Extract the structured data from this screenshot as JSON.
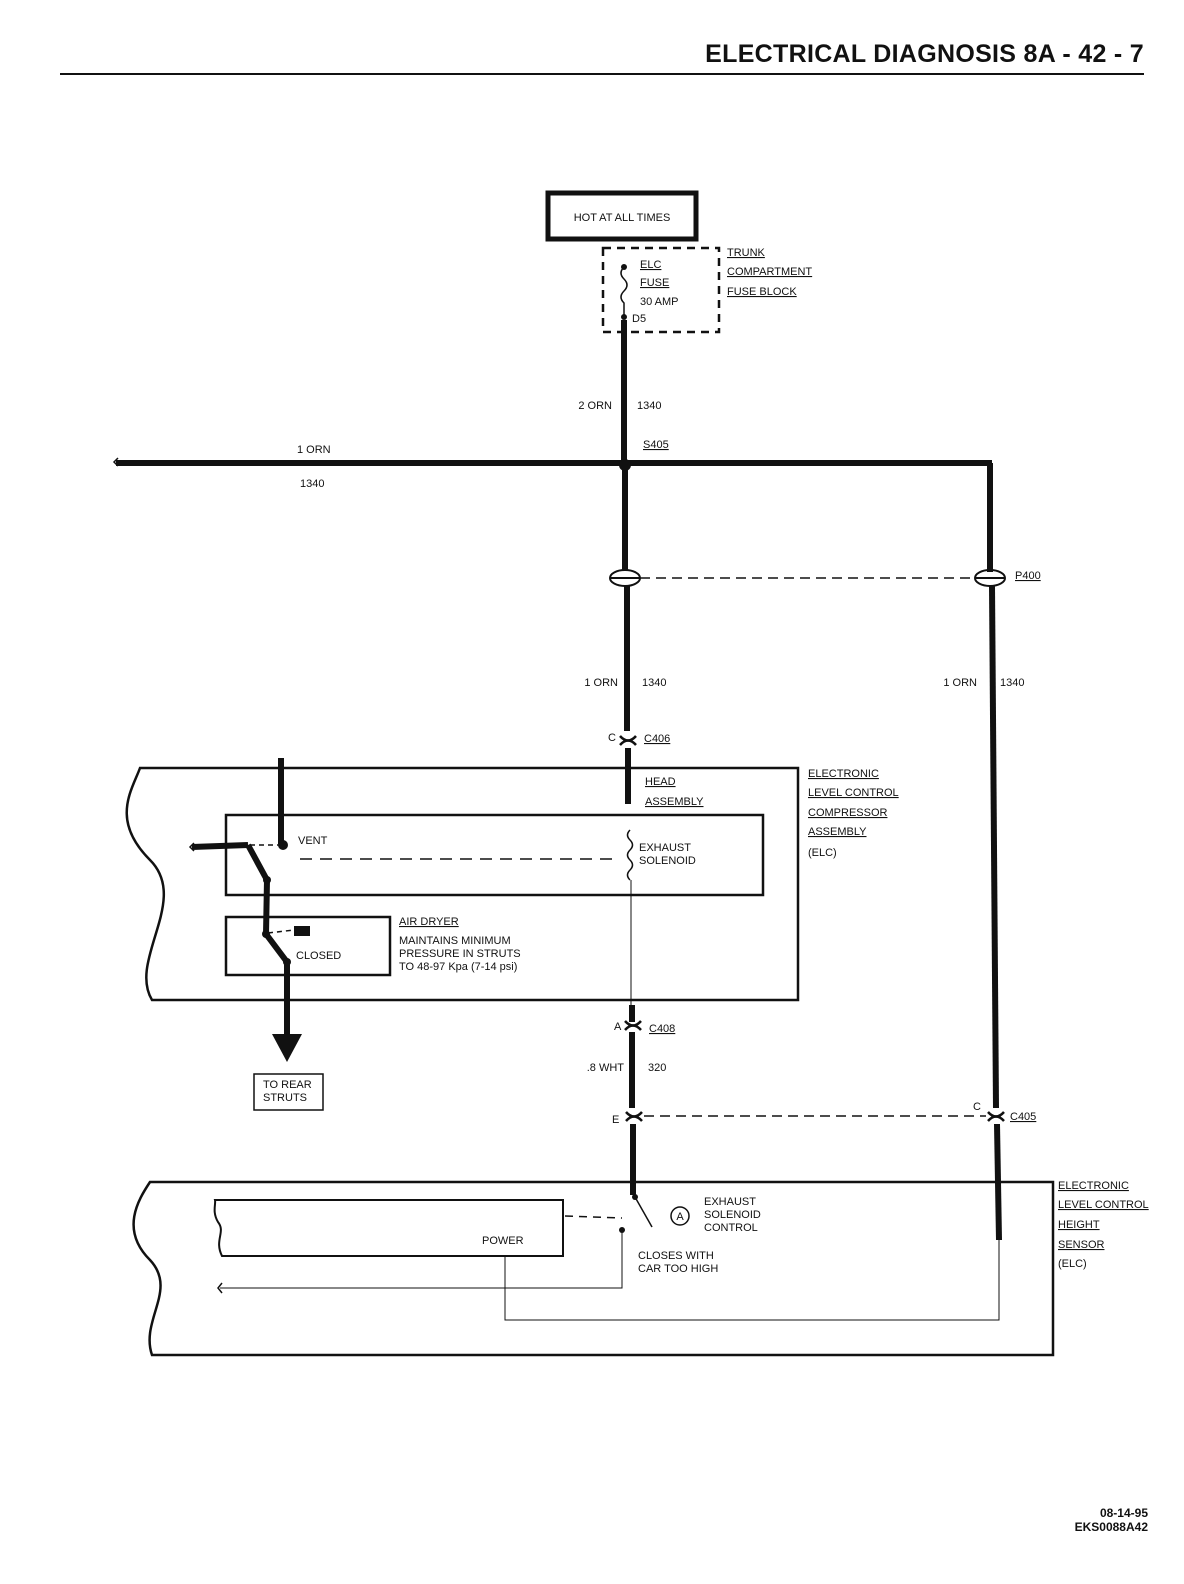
{
  "header": {
    "title": "ELECTRICAL DIAGNOSIS 8A - 42 - 7"
  },
  "footer": {
    "date": "08-14-95",
    "code": "EKS0088A42"
  },
  "power": {
    "label": "HOT AT ALL TIMES"
  },
  "fuse_block": {
    "name_lines": [
      "TRUNK",
      "COMPARTMENT",
      "FUSE BLOCK"
    ],
    "fuse_name": "ELC",
    "fuse_word": "FUSE",
    "rating": "30 AMP",
    "terminal": "D5"
  },
  "wires": {
    "fuse_out": {
      "gauge_color": "2 ORN",
      "circuit": "1340"
    },
    "left_branch": {
      "gauge_color": "1 ORN",
      "circuit": "1340"
    },
    "head_feed": {
      "gauge_color": "1 ORN",
      "circuit": "1340"
    },
    "sensor_feed": {
      "gauge_color": "1 ORN",
      "circuit": "1340"
    },
    "control": {
      "gauge_color": ".8 WHT",
      "circuit": "320"
    }
  },
  "splice": {
    "name": "S405"
  },
  "connectors": {
    "p400": "P400",
    "c406": {
      "name": "C406",
      "pin": "C"
    },
    "c408": {
      "name": "C408",
      "pin": "A"
    },
    "c405_control": {
      "pin": "E"
    },
    "c405_feed": {
      "name": "C405",
      "pin": "C"
    }
  },
  "compressor": {
    "name_lines": [
      "ELECTRONIC",
      "LEVEL CONTROL",
      "COMPRESSOR",
      "ASSEMBLY",
      "(ELC)"
    ],
    "head_assembly_lines": [
      "HEAD",
      "ASSEMBLY"
    ],
    "exhaust_solenoid_lines": [
      "EXHAUST",
      "SOLENOID"
    ],
    "vent_label": "VENT",
    "closed_label": "CLOSED",
    "air_dryer_label": "AIR DRYER",
    "air_dryer_note_lines": [
      "MAINTAINS MINIMUM",
      "PRESSURE IN STRUTS",
      "TO 48-97 Kpa (7-14 psi)"
    ],
    "to_rear_struts_lines": [
      "TO REAR",
      "STRUTS"
    ]
  },
  "height_sensor": {
    "name_lines": [
      "ELECTRONIC",
      "LEVEL CONTROL",
      "HEIGHT",
      "SENSOR",
      "(ELC)"
    ],
    "power_label": "POWER",
    "switch_marker": "A",
    "switch_name_lines": [
      "EXHAUST",
      "SOLENOID",
      "CONTROL"
    ],
    "switch_note_lines": [
      "CLOSES WITH",
      "CAR TOO HIGH"
    ]
  }
}
